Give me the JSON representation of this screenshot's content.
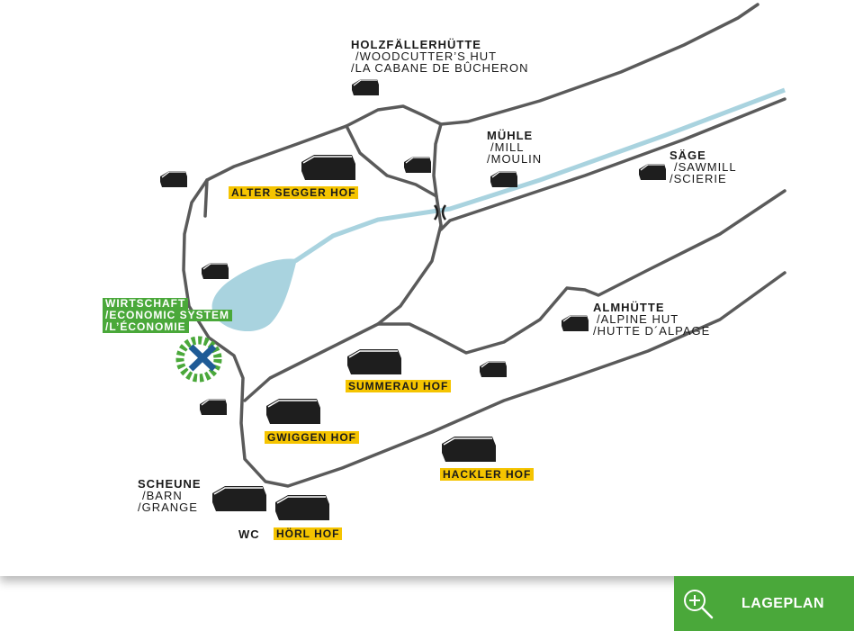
{
  "map": {
    "locations": {
      "woodcutter": {
        "title": "HOLZFÄLLERHÜTTE",
        "en": "/WOODCUTTER’S HUT",
        "fr": "/LA CABANE DE BÛCHERON"
      },
      "mill": {
        "title": "MÜHLE",
        "en": "/MILL",
        "fr": "/MOULIN"
      },
      "sawmill": {
        "title": "SÄGE",
        "en": "/SAWMILL",
        "fr": "/SCIERIE"
      },
      "alpine": {
        "title": "ALMHÜTTE",
        "en": "/ALPINE HUT",
        "fr": "/HUTTE D´ALPAGE"
      },
      "barn": {
        "title": "SCHEUNE",
        "en": "/BARN",
        "fr": "/GRANGE"
      },
      "wc": {
        "title": "WC"
      }
    },
    "farms": {
      "alter_segger": "ALTER SEGGER HOF",
      "summerau": "SUMMERAU HOF",
      "gwiggen": "GWIGGEN HOF",
      "hackler": "HACKLER HOF",
      "hoerl": "HÖRL HOF"
    },
    "economy": {
      "de": "WIRTSCHAFT",
      "en": "/ECONOMIC SYSTEM",
      "fr": "/L’ÉCONOMIE"
    },
    "colors": {
      "road": "#5a5a5a",
      "water": "#a9d3df",
      "building": "#1e1e1e",
      "highlight": "#f5c400",
      "accent": "#4aa83a",
      "marker_x": "#1f5b96"
    }
  },
  "button": {
    "label": "LAGEPLAN",
    "icon": "zoom-in-icon"
  }
}
